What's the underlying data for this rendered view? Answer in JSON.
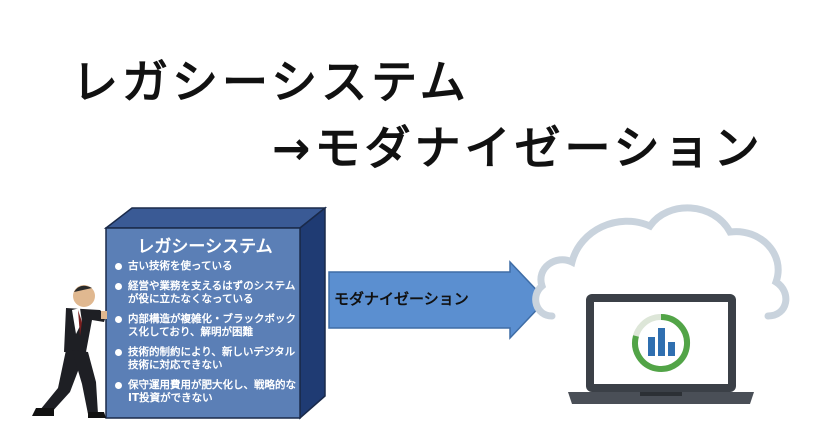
{
  "title": {
    "line1": "レガシーシステム",
    "line2": "→モダナイゼーション"
  },
  "legacy_box": {
    "title": "レガシーシステム",
    "bullets": [
      "古い技術を使っている",
      "経営や業務を支えるはずのシステムが役に立たなくなっている",
      "内部構造が複雑化・ブラックボックス化しており、解明が困難",
      "技術的制約により、新しいデジタル技術に対応できない",
      "保守運用費用が肥大化し、戦略的なIT投資ができない"
    ]
  },
  "arrow": {
    "label": "モダナイゼーション"
  },
  "icons": {
    "person": "person-pushing-icon",
    "cloud": "cloud-icon",
    "laptop": "laptop-icon",
    "dashboard": "bar-chart-gauge-icon"
  },
  "colors": {
    "box_front": "#5b7fb6",
    "box_side": "#1f3b73",
    "box_top": "#3a5a95",
    "arrow": "#5b8fd0",
    "cloud_outline": "#c9d3dd",
    "laptop_frame": "#3b4047",
    "gauge_green": "#52a447",
    "bar_blue": "#2f6fb0"
  }
}
